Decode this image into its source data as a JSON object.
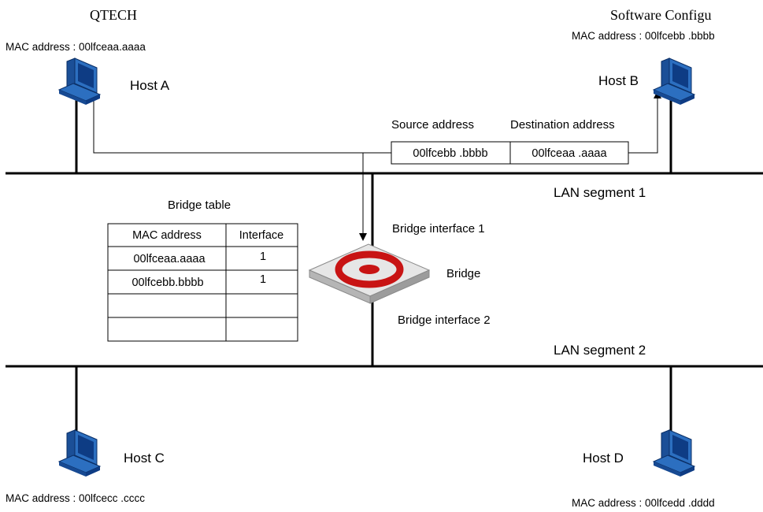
{
  "header": {
    "left": "QTECH",
    "right": "Software Configu"
  },
  "hosts": {
    "a": {
      "name": "Host A",
      "mac": "MAC address : 00lfceaa.aaaa"
    },
    "b": {
      "name": "Host B",
      "mac": "MAC address : 00lfcebb .bbbb"
    },
    "c": {
      "name": "Host C",
      "mac": "MAC address : 00lfcecc .cccc"
    },
    "d": {
      "name": "Host D",
      "mac": "MAC address : 00lfcedd .dddd"
    }
  },
  "frame": {
    "source_header": "Source address",
    "destination_header": "Destination address",
    "source_value": "00lfcebb .bbbb",
    "destination_value": "00lfceaa .aaaa"
  },
  "segments": {
    "seg1": "LAN segment 1",
    "seg2": "LAN segment 2"
  },
  "bridge": {
    "label": "Bridge",
    "interface1": "Bridge interface 1",
    "interface2": "Bridge interface 2"
  },
  "bridge_table": {
    "title": "Bridge table",
    "columns": [
      "MAC address",
      "Interface"
    ],
    "rows": [
      [
        "00lfceaa.aaaa",
        "1"
      ],
      [
        "00lfcebb.bbbb",
        "1"
      ],
      [
        "",
        ""
      ],
      [
        "",
        ""
      ]
    ]
  }
}
